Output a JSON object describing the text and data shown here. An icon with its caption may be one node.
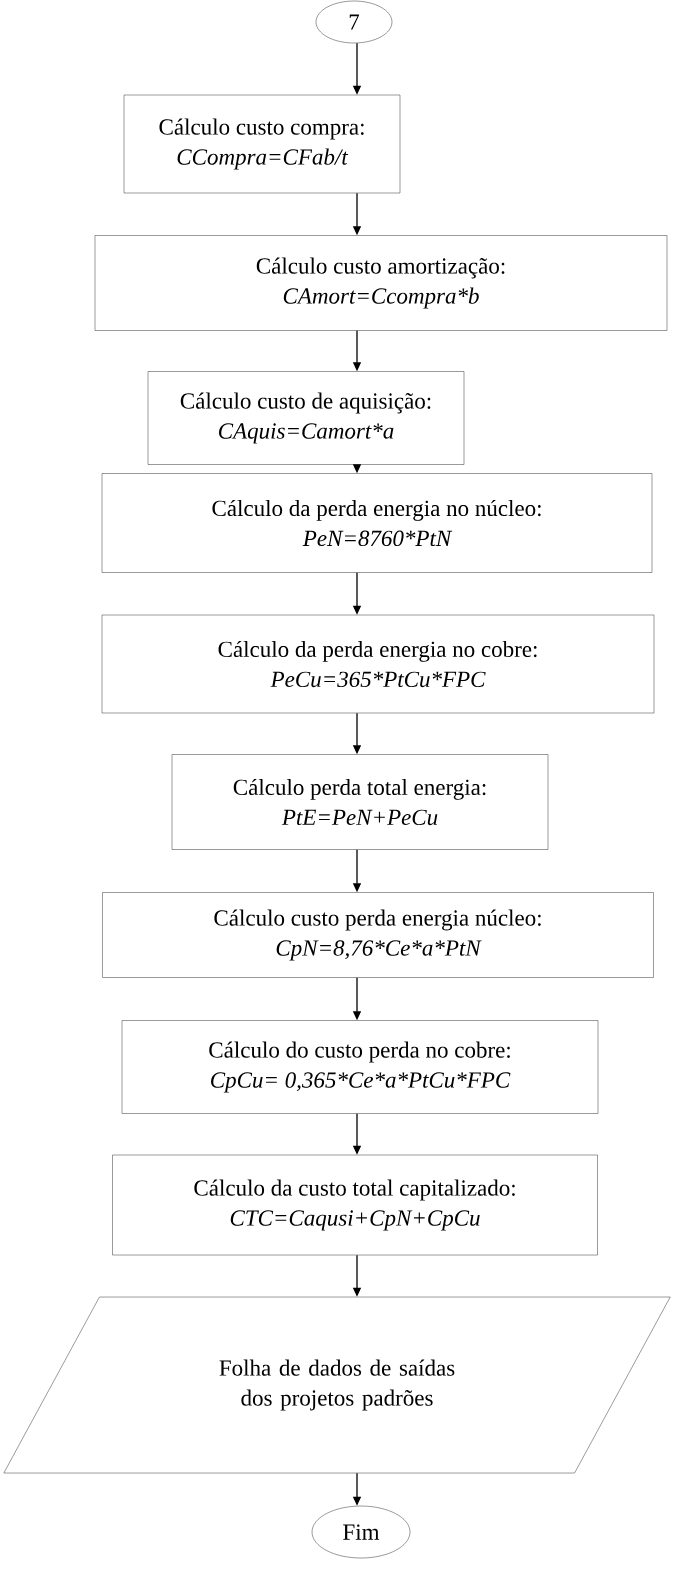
{
  "diagram": {
    "nodes": [
      {
        "text": [
          "7"
        ]
      },
      {
        "text": [
          "Cálculo custo compra:",
          "CCompra=CFab/t"
        ]
      },
      {
        "text": [
          "Cálculo custo amortização:",
          "CAmort=Ccompra*b"
        ]
      },
      {
        "text": [
          "Cálculo custo de aquisição:",
          "CAquis=Camort*a"
        ]
      },
      {
        "text": [
          "Cálculo da perda energia no núcleo:",
          "PeN=8760*PtN"
        ]
      },
      {
        "text": [
          "Cálculo da perda energia no cobre:",
          "PeCu=365*PtCu*FPC"
        ]
      },
      {
        "text": [
          "Cálculo perda total energia:",
          "PtE=PeN+PeCu"
        ]
      },
      {
        "text": [
          "Cálculo custo perda energia núcleo:",
          "CpN=8,76*Ce*a*PtN"
        ]
      },
      {
        "text": [
          "Cálculo do custo perda no cobre:",
          "CpCu= 0,365*Ce*a*PtCu*FPC"
        ]
      },
      {
        "text": [
          "Cálculo da custo total capitalizado:",
          "CTC=Caqusi+CpN+CpCu"
        ]
      },
      {
        "text": [
          "Folha de dados de saídas dos projetos padrões"
        ]
      },
      {
        "text": [
          "Fim"
        ]
      }
    ],
    "edges": [
      {
        "from": 0,
        "to": 1,
        "arrow": "to"
      },
      {
        "from": 1,
        "to": 2,
        "arrow": "to"
      },
      {
        "from": 2,
        "to": 3,
        "arrow": "to"
      },
      {
        "from": 3,
        "to": 4,
        "arrow": "to"
      },
      {
        "from": 4,
        "to": 5,
        "arrow": "to"
      },
      {
        "from": 5,
        "to": 6,
        "arrow": "to"
      },
      {
        "from": 6,
        "to": 7,
        "arrow": "to"
      },
      {
        "from": 7,
        "to": 8,
        "arrow": "to"
      },
      {
        "from": 8,
        "to": 9,
        "arrow": "to"
      },
      {
        "from": 9,
        "to": 10,
        "arrow": "to"
      },
      {
        "from": 10,
        "to": 11,
        "arrow": "to"
      }
    ]
  }
}
